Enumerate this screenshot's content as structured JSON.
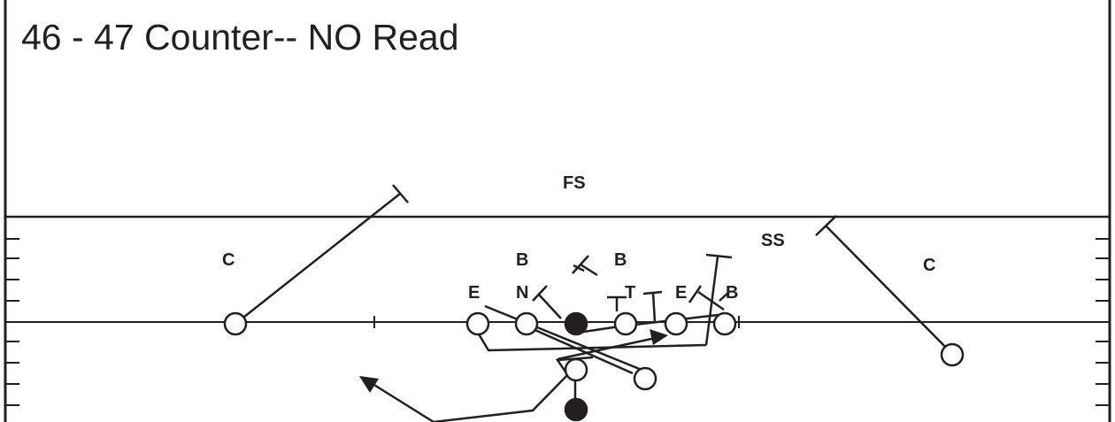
{
  "title": "46 - 47 Counter-- NO Read",
  "labels": {
    "fs": "FS",
    "ss": "SS",
    "c_left": "C",
    "c_right": "C",
    "b_left": "B",
    "b_mid": "B",
    "e_left": "E",
    "n": "N",
    "t": "T",
    "e_right": "E",
    "b_right": "B"
  },
  "colors": {
    "ink": "#231f20",
    "background": "#ffffff"
  }
}
